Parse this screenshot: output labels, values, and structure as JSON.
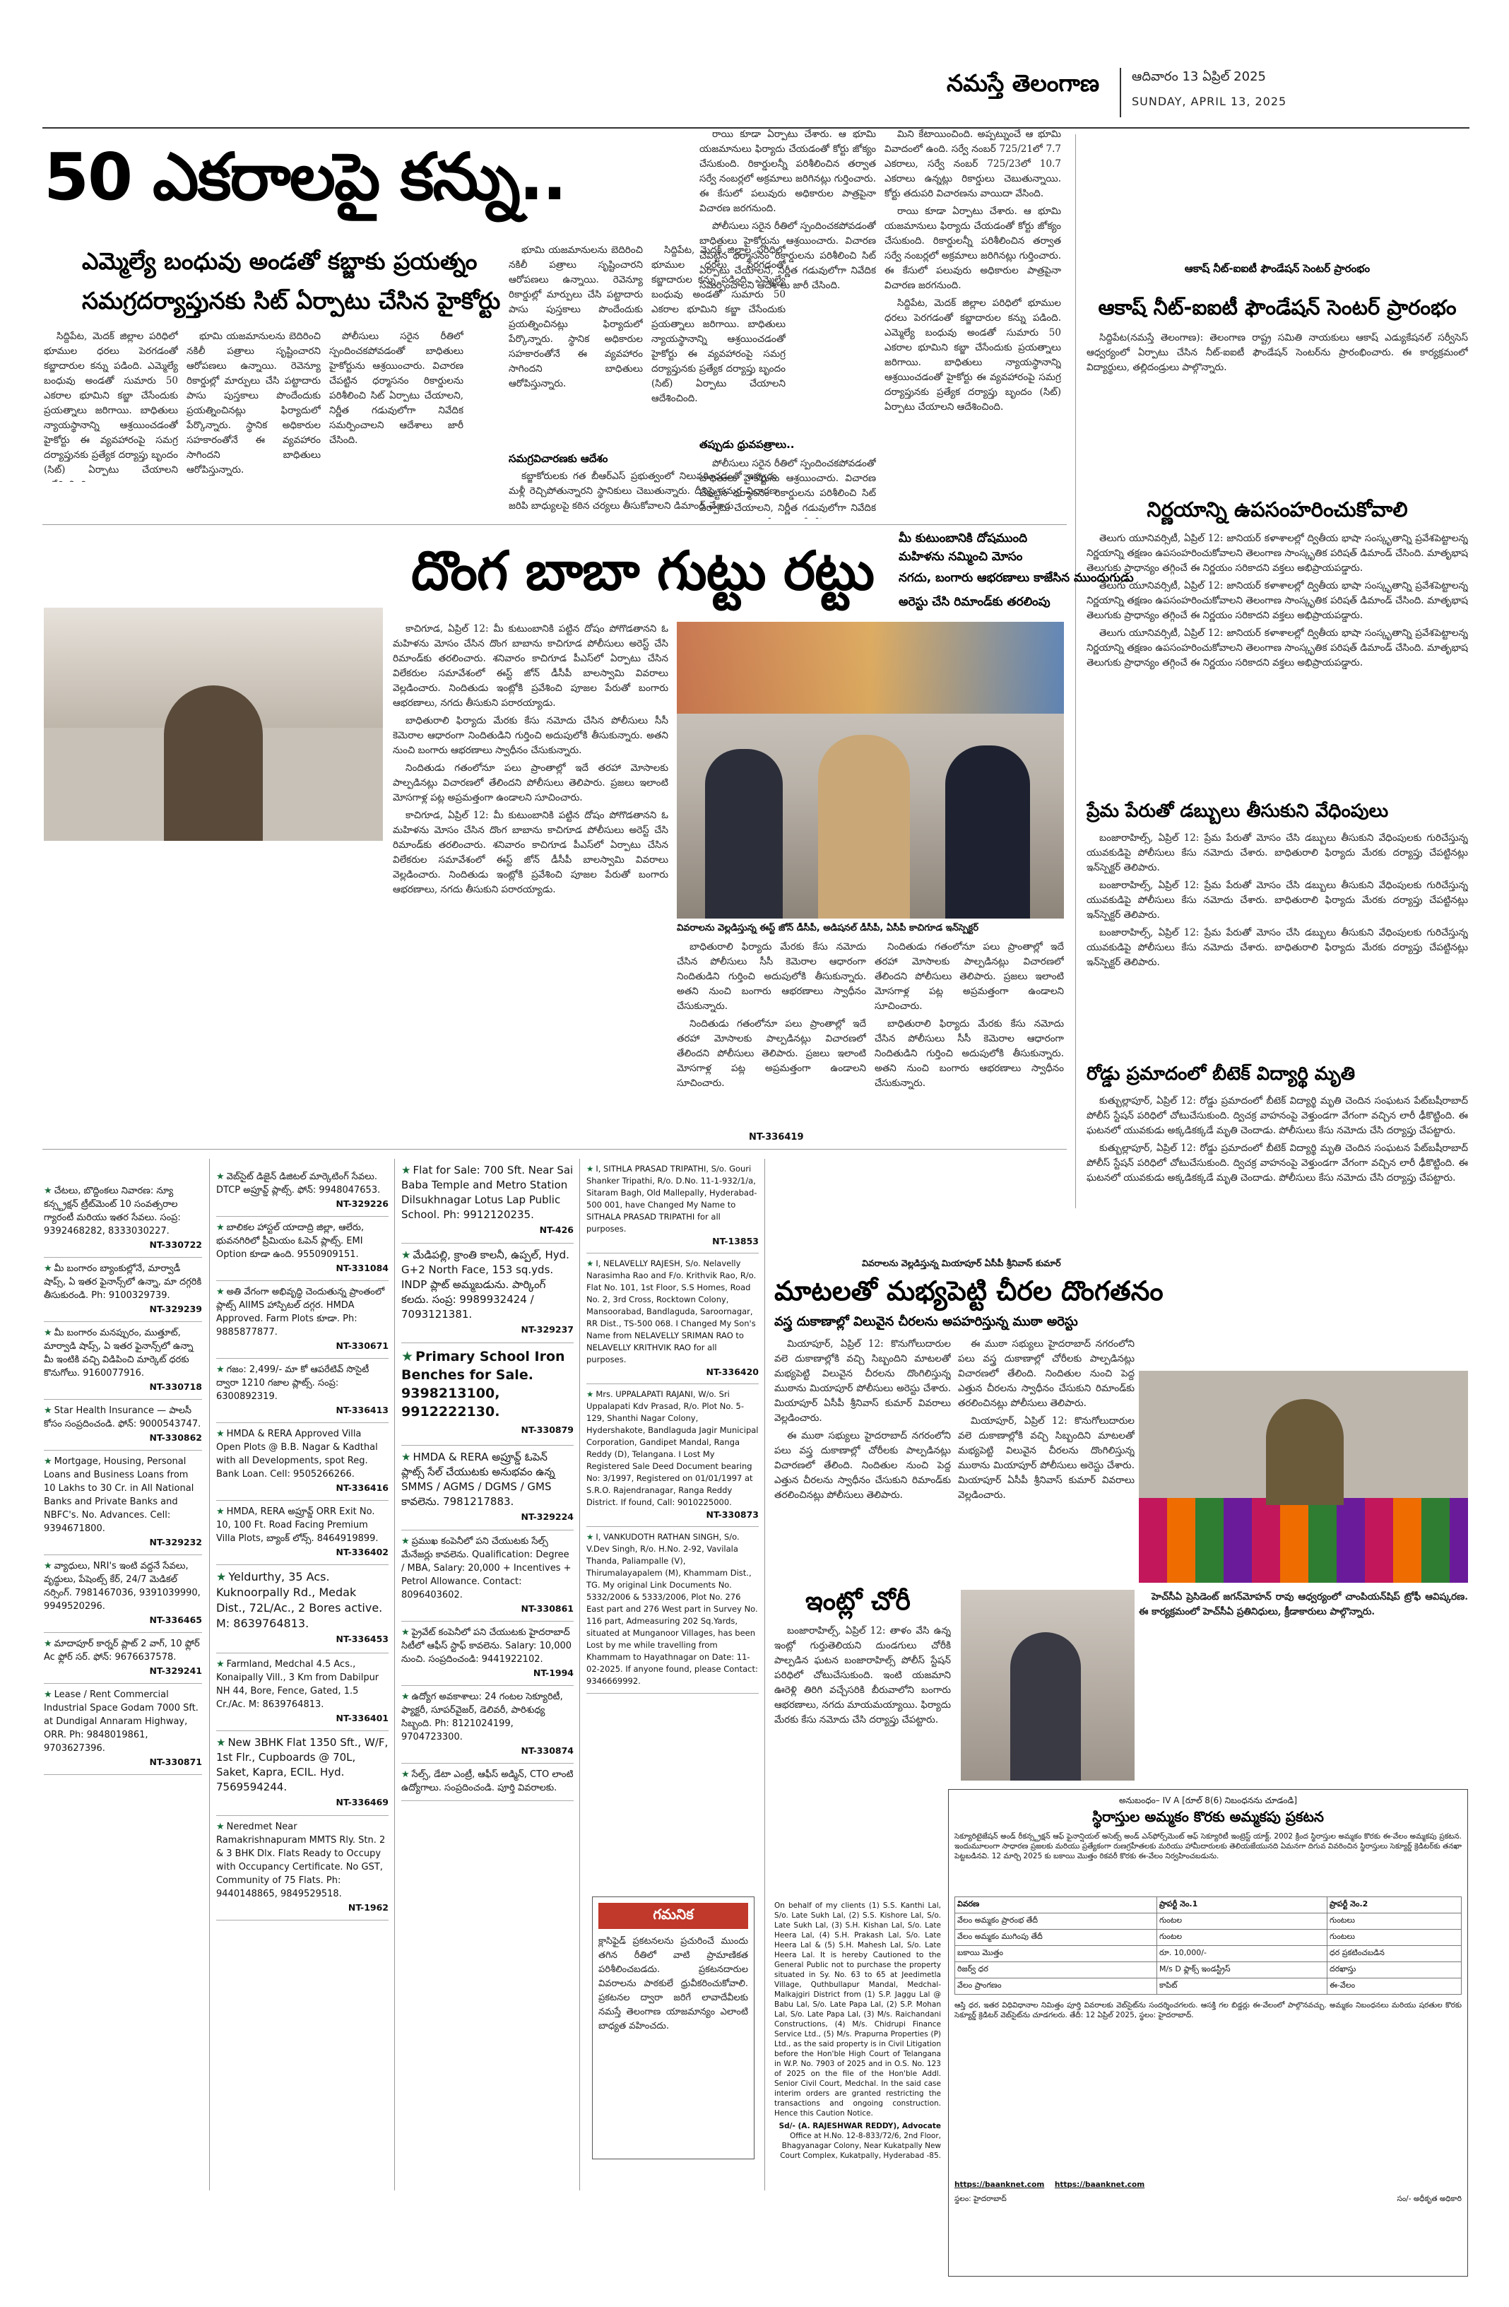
{
  "masthead": {
    "paper_name": "నమస్తే తెలంగాణ",
    "date_te": "ఆదివారం 13 ఏప్రిల్ 2025",
    "date_en": "SUNDAY, APRIL 13, 2025"
  },
  "lead_story": {
    "headline": "50 ఎకరాలపై కన్ను..",
    "subhead_1": "ఎమ్మెల్యే బంధువు అండతో కబ్జాకు ప్రయత్నం",
    "subhead_2": "సమగ్రదర్యాప్తునకు సిట్ ఏర్పాటు చేసిన హైకోర్టు",
    "col1": "సిద్దిపేట, మెదక్ జిల్లాల పరిధిలో భూముల ధరలు పెరగడంతో కబ్జాదారుల కన్ను పడింది. ఎమ్మెల్యే బంధువు అండతో సుమారు 50 ఎకరాల భూమిని కబ్జా చేసేందుకు ప్రయత్నాలు జరిగాయి. బాధితులు న్యాయస్థానాన్ని ఆశ్రయించడంతో హైకోర్టు ఈ వ్యవహారంపై సమగ్ర దర్యాప్తునకు ప్రత్యేక దర్యాప్తు బృందం (సిట్) ఏర్పాటు చేయాలని ఆదేశించింది.",
    "col2": "భూమి యజమానులను బెదిరించి నకిలీ పత్రాలు సృష్టించారని ఆరోపణలు ఉన్నాయి. రెవెన్యూ రికార్డుల్లో మార్పులు చేసి పట్టాదారు పాసు పుస్తకాలు పొందేందుకు ప్రయత్నించినట్లు ఫిర్యాదులో పేర్కొన్నారు. స్థానిక అధికారుల సహకారంతోనే ఈ వ్యవహారం సాగిందని బాధితులు ఆరోపిస్తున్నారు.",
    "col3": "పోలీసులు సరైన రీతిలో స్పందించకపోవడంతో బాధితులు హైకోర్టును ఆశ్రయించారు. విచారణ చేపట్టిన ధర్మాసనం రికార్డులను పరిశీలించి సిట్ ఏర్పాటు చేయాలని, నిర్ణీత గడువులోగా నివేదిక సమర్పించాలని ఆదేశాలు జారీ చేసింది.",
    "side_label": "సమగ్రవిచారణకు ఆదేశం",
    "col4": "కబ్జాకోరులకు గత బీఆర్ఎస్ ప్రభుత్వంలో నిలువరించడంతో ఇప్పుడు మళ్లీ రెచ్చిపోతున్నారని స్థానికులు చెబుతున్నారు. దీనిపై సమగ్ర విచారణ జరిపి బాధ్యులపై కఠిన చర్యలు తీసుకోవాలని డిమాండ్ చేశారు.",
    "col5": "రాయి కూడా ఏర్పాటు చేశారు. ఆ భూమి యజమానులు ఫిర్యాదు చేయడంతో కోర్టు జోక్యం చేసుకుంది. రికార్డులన్నీ పరిశీలించిన తర్వాత సర్వే నంబర్లలో అక్రమాలు జరిగినట్లు గుర్తించారు. ఈ కేసులో పలువురు అధికారుల పాత్రపైనా విచారణ జరగనుంది.",
    "col5_label": "తప్పుడు ధ్రువపత్రాలు..",
    "col6": "మిని కేటాయించింది. అప్పట్నుంచే ఆ భూమి వివాదంలో ఉంది. సర్వే నంబర్ 725/21లో 7.7 ఎకరాలు, సర్వే నంబర్ 725/23లో 10.7 ఎకరాలు ఉన్నట్లు రికార్డులు చెబుతున్నాయి. కోర్టు తదుపరి విచారణను వాయిదా వేసింది."
  },
  "right_top": {
    "kicker": "ఆకాష్ నీట్-ఐఐటీ ఫౌండేషన్ సెంటర్ ప్రారంభం",
    "title": "ఆకాష్ నీట్-ఐఐటీ ఫౌండేషన్ సెంటర్ ప్రారంభం",
    "body": "సిద్దిపేట(నమస్తే తెలంగాణ): తెలంగాణ రాష్ట్ర సమితి నాయకులు ఆకాష్ ఎడ్యుకేషనల్ సర్వీసెస్ ఆధ్వర్యంలో ఏర్పాటు చేసిన నీట్-ఐఐటీ ఫౌండేషన్ సెంటర్‌ను ప్రారంభించారు. ఈ కార్యక్రమంలో విద్యార్థులు, తల్లిదండ్రులు పాల్గొన్నారు."
  },
  "right_story_2": {
    "title": "నిర్ణయాన్ని ఉపసంహరించుకోవాలి",
    "body": "తెలుగు యూనివర్సిటీ, ఏప్రిల్ 12: జానియర్ కళాశాలల్లో ద్వితీయ భాషా సంస్కృతాన్ని ప్రవేశపెట్టాలన్న నిర్ణయాన్ని తక్షణం ఉపసంహరించుకోవాలని తెలంగాణ సాంస్కృతిక పరిషత్ డిమాండ్ చేసింది. మాతృభాష తెలుగుకు ప్రాధాన్యం తగ్గించే ఈ నిర్ణయం సరికాదని వక్తలు అభిప్రాయపడ్డారు."
  },
  "right_story_3": {
    "title": "ప్రేమ పేరుతో డబ్బులు తీసుకుని వేధింపులు",
    "body": "బంజారాహిల్స్, ఏప్రిల్ 12: ప్రేమ పేరుతో మోసం చేసి డబ్బులు తీసుకుని వేధింపులకు గురిచేస్తున్న యువకుడిపై పోలీసులు కేసు నమోదు చేశారు. బాధితురాలి ఫిర్యాదు మేరకు దర్యాప్తు చేపట్టినట్లు ఇన్‌స్పెక్టర్ తెలిపారు."
  },
  "right_story_4": {
    "title": "రోడ్డు ప్రమాదంలో బీటెక్ విద్యార్థి మృతి",
    "body": "కుత్బుల్లాపూర్, ఏప్రిల్ 12: రోడ్డు ప్రమాదంలో బీటెక్ విద్యార్థి మృతి చెందిన సంఘటన పేట్‌బషీరాబాద్ పోలీస్ స్టేషన్ పరిధిలో చోటుచేసుకుంది. ద్విచక్ర వాహనంపై వెళ్తుండగా వేగంగా వచ్చిన లారీ ఢీకొట్టింది. ఈ ఘటనలో యువకుడు అక్కడికక్కడే మృతి చెందాడు. పోలీసులు కేసు నమోదు చేసి దర్యాప్తు చేపట్టారు."
  },
  "baba_story": {
    "headline": "దొంగ బాబా గుట్టు రట్టు",
    "kicker_1": "మీ కుటుంబానికి దోషముంది",
    "kicker_2": "మహిళను నమ్మించి మోసం",
    "kicker_3": "నగదు, బంగారు ఆభరణాలు కాజేసిన ముందుగుడు",
    "kicker_4": "అరెస్టు చేసి రిమాండ్‌కు తరలింపు",
    "body_1": "కాచిగూడ, ఏప్రిల్ 12: మీ కుటుంబానికి పట్టిన దోషం పోగొడతానని ఓ మహిళను మోసం చేసిన దొంగ బాబాను కాచిగూడ పోలీసులు అరెస్ట్ చేసి రిమాండ్‌కు తరలించారు. శనివారం కాచిగూడ పీఎస్‌లో ఏర్పాటు చేసిన విలేకరుల సమావేశంలో ఈస్ట్ జోన్ డీసీపీ బాలస్వామి వివరాలు వెల్లడించారు. నిందితుడు ఇంట్లోకి ప్రవేశించి పూజల పేరుతో బంగారు ఆభరణాలు, నగదు తీసుకుని పరారయ్యాడు.",
    "body_2": "బాధితురాలి ఫిర్యాదు మేరకు కేసు నమోదు చేసిన పోలీసులు సీసీ కెమెరాల ఆధారంగా నిందితుడిని గుర్తించి అదుపులోకి తీసుకున్నారు. అతని నుంచి బంగారు ఆభరణాలు స్వాధీనం చేసుకున్నారు.",
    "body_3": "నిందితుడు గతంలోనూ పలు ప్రాంతాల్లో ఇదే తరహా మోసాలకు పాల్పడినట్లు విచారణలో తేలిందని పోలీసులు తెలిపారు. ప్రజలు ఇలాంటి మోసగాళ్ల పట్ల అప్రమత్తంగా ఉండాలని సూచించారు.",
    "photo_caption": "వివరాలను వెల్లడిస్తున్న ఈస్ట్ జోన్ డీసీపీ, అడిషనల్ డీసీపీ, ఏసీపీ కాచిగూడ ఇన్‌స్పెక్టర్",
    "nt_ref": "NT-336419"
  },
  "classifieds": {
    "col1": [
      {
        "text": "చేటలు, బొద్దింకలు నివారణ: న్యూ కన్స్ట్రక్షన్ ట్రీట్‌మెంట్ 10 సంవత్సరాల గ్యారంటీ మరియు ఇతర సేవలు. సంప్ర: 9392468282, 8333030227.",
        "nt": "NT-330722"
      },
      {
        "text": "మీ బంగారం బ్యాంకుల్లోనే, మార్వాడీ షాప్స్, ఏ ఇతర ఫైనాన్స్‌లో ఉన్నా, మా దగ్గరికి తీసుకురండి. Ph: 9100329739.",
        "nt": "NT-329239"
      },
      {
        "text": "మీ బంగారం మనప్పురం, ముత్తూట్, మార్వాడి షాప్స్, ఏ ఇతర ఫైనాన్స్‌లో ఉన్నా మీ ఇంటికి వచ్చి విడిపించి మార్కెట్ ధరకు కొనుగోలు. 9160077916.",
        "nt": "NT-330718"
      },
      {
        "text": "Star Health Insurance — పాలసీ కోసం సంప్రదించండి. ఫోన్: 9000543747.",
        "nt": "NT-330862"
      },
      {
        "text": "Mortgage, Housing, Personal Loans and Business Loans from 10 Lakhs to 30 Cr. in All National Banks and Private Banks and NBFC's. No. Advances. Cell: 9394671800.",
        "nt": "NT-329232"
      },
      {
        "text": "వ్యాధులు, NRI's ఇంటి వద్దనే సేవలు, వృద్ధులు, పేషెంట్స్ కేర్, 24/7 మెడికల్ నర్సింగ్. 7981467036, 9391039990, 9949520296.",
        "nt": "NT-336465"
      },
      {
        "text": "మాదాపూర్ కార్నర్ ప్లాట్ 2 వాగ్, 10 ఫ్లోర్ Ac ఫ్లోర్ సర్. ఫోన్: 9676637578.",
        "nt": "NT-329241"
      },
      {
        "text": "Lease / Rent Commercial Industrial Space Godam 7000 Sft. at Dundigal Annaram Highway, ORR. Ph: 9848019861, 9703627396.",
        "nt": "NT-330871"
      }
    ],
    "col2": [
      {
        "text": "వెబ్‌సైట్ డిజైన్ డిజిటల్ మార్కెటింగ్ సేవలు. DTCP అప్రూవ్డ్ ప్లాట్స్. ఫోన్: 9948047653.",
        "nt": "NT-329226"
      },
      {
        "text": "బాలికల హాస్టల్ యాదాద్రి జిల్లా, ఆలేరు, భువనగిరిలో ప్రీమియం ఓపెన్ ప్లాట్స్. EMI Option కూడా ఉంది. 9550909151.",
        "nt": "NT-331084"
      },
      {
        "text": "అతి వేగంగా అభివృద్ధి చెందుతున్న ప్రాంతంలో ప్లాట్స్ AIIMS హాస్పిటల్ దగ్గర. HMDA Approved. Farm Plots కూడా. Ph: 9885877877.",
        "nt": "NT-330671"
      },
      {
        "text": "గజం: 2,499/- మా కో ఆపరేటివ్ సొసైటీ ద్వారా 1210 గజాల ప్లాట్స్. సంప్ర: 6300892319.",
        "nt": "NT-336413"
      },
      {
        "text": "HMDA & RERA Approved Villa Open Plots @ B.B. Nagar & Kadthal with all Developments, spot Reg. Bank Loan. Cell: 9505266266.",
        "nt": "NT-336416"
      },
      {
        "text": "HMDA, RERA అప్రూవ్డ్ ORR Exit No. 10, 100 Ft. Road Facing Premium Villa Plots, బ్యాంక్ లోన్స్. 8464919899.",
        "nt": "NT-336402"
      },
      {
        "text": "Yeldurthy, 35 Acs. Kuknoorpally Rd., Medak Dist., 72L/Ac., 2 Bores active. M: 8639764813.",
        "nt": "NT-336453"
      },
      {
        "text": "Farmland, Medchal 4.5 Acs., Konaipally Vill., 3 Km from Dabilpur NH 44, Bore, Fence, Gated, 1.5 Cr./Ac. M: 8639764813.",
        "nt": "NT-336401"
      },
      {
        "text": "New 3BHK Flat 1350 Sft., W/F, 1st Flr., Cupboards @ 70L, Saket, Kapra, ECIL. Hyd. 7569594244.",
        "nt": "NT-336469"
      },
      {
        "text": "Neredmet Near Ramakrishnapuram MMTS Rly. Stn. 2 & 3 BHK Dlx. Flats Ready to Occupy with Occupancy Certificate. No GST, Community of 75 Flats. Ph: 9440148865, 9849529518.",
        "nt": "NT-1962"
      }
    ],
    "col3": [
      {
        "text": "Flat for Sale: 700 Sft. Near Sai Baba Temple and Metro Station Dilsukhnagar Lotus Lap Public School. Ph: 9912120235.",
        "nt": "NT-426"
      },
      {
        "text": "మేడిపల్లి, క్రాంతి కాలనీ, ఉప్పల్, Hyd. G+2 North Face, 153 sq.yds. INDP ప్లాట్ అమ్మబడును. పార్కింగ్ కలదు. సంప్ర: 9989932424 / 7093121381.",
        "nt": "NT-329237"
      },
      {
        "text": "Primary School Iron Benches for Sale. 9398213100, 9912222130.",
        "nt": "NT-330879"
      },
      {
        "text": "HMDA & RERA అప్రూవ్డ్ ఓపెన్ ప్లాట్స్ సేల్ చేయుటకు అనుభవం ఉన్న SMMS / AGMS / DGMS / GMS కావలెను. 7981217883.",
        "nt": "NT-329224"
      },
      {
        "text": "ప్రముఖ కంపెనీలో పని చేయుటకు సేల్స్ మేనేజర్లు కావలెను. Qualification: Degree / MBA, Salary: 20,000 + Incentives + Petrol Allowance. Contact: 8096403602.",
        "nt": "NT-330861"
      },
      {
        "text": "ప్రైవేట్ కంపెనీలో పని చేయుటకు హైదరాబాద్ సిటీలో ఆఫీస్ స్టాఫ్ కావలెను. Salary: 10,000 నుంచి. సంప్రదించండి: 9441922102.",
        "nt": "NT-1994"
      },
      {
        "text": "ఉద్యోగ అవకాశాలు: 24 గంటల సెక్యూరిటీ, ఫ్యాక్టరీ, సూపర్‌వైజర్, డెలివరీ, పారిశుధ్య సిబ్బంది. Ph: 8121024199, 9704723300.",
        "nt": "NT-330874"
      },
      {
        "text": "సేల్స్, డేటా ఎంట్రీ, ఆఫీస్ అడ్మిన్, CTO లాంటి ఉద్యోగాలు. సంప్రదించండి. పూర్తి వివరాలకు.",
        "nt": ""
      }
    ],
    "col4": [
      {
        "text": "I, SITHLA PRASAD TRIPATHI, S/o. Gouri Shanker Tripathi, R/o. D.No. 11-1-932/1/a, Sitaram Bagh, Old Mallepally, Hyderabad-500 001, have Changed My Name to SITHALA PRASAD TRIPATHI for all purposes.",
        "nt": "NT-13853"
      },
      {
        "text": "I, NELAVELLY RAJESH, S/o. Nelavelly Narasimha Rao and F/o. Krithvik Rao, R/o. Flat No. 101, 1st Floor, S.S Homes, Road No. 2, 3rd Cross, Rocktown Colony, Mansoorabad, Bandlaguda, Saroornagar, RR Dist., TS-500 068. I Changed My Son's Name from NELAVELLY SRIMAN RAO to NELAVELLY KRITHVIK RAO for all purposes.",
        "nt": "NT-336420"
      },
      {
        "text": "Mrs. UPPALAPATI RAJANI, W/o. Sri Uppalapati Kdv Prasad, R/o. Plot No. 5-129, Shanthi Nagar Colony, Hydershakote, Bandlaguda Jagir Municipal Corporation, Gandipet Mandal, Ranga Reddy (D), Telangana. I Lost My Registered Sale Deed Document bearing No: 3/1997, Registered on 01/01/1997 at S.R.O. Rajendranagar, Ranga Reddy District. If found, Call: 9010225000.",
        "nt": "NT-330873"
      },
      {
        "text": "I, VANKUDOTH RATHAN SINGH, S/o. V.Dev Singh, R/o. H.No. 2-92, Vavilala Thanda, Paliampalle (V), Thirumalayapalem (M), Khammam Dist., TG. My original Link Documents No. 5332/2006 & 5333/2006, Plot No. 276 East part and 276 West part in Survey No. 116 part, Admeasuring 202 Sq.Yards, situated at Munganoor Villages, has been Lost by me while travelling from Khammam to Hayathnagar on Date: 11-02-2025. If anyone found, please Contact: 9346669992.",
        "nt": ""
      }
    ]
  },
  "saree_story": {
    "caption": "వివరాలను వెల్లడిస్తున్న మియాపూర్ ఏసీపీ శ్రీనివాస్ కుమార్",
    "headline": "మాటలతో మభ్యపెట్టి చీరల దొంగతనం",
    "subhead": "వస్త్ర దుకాణాల్లో విలువైన చీరలను అపహరిస్తున్న ముఠా అరెస్టు",
    "body_1": "మియాపూర్, ఏప్రిల్ 12: కొనుగోలుదారుల వలె దుకాణాల్లోకి వచ్చి సిబ్బందిని మాటలతో మభ్యపెట్టి విలువైన చీరలను దొంగిలిస్తున్న ముఠాను మియాపూర్ పోలీసులు అరెస్టు చేశారు. మియాపూర్ ఏసీపీ శ్రీనివాస్ కుమార్ వివరాలు వెల్లడించారు.",
    "body_2": "ఈ ముఠా సభ్యులు హైదరాబాద్ నగరంలోని పలు వస్త్ర దుకాణాల్లో చోరీలకు పాల్పడినట్లు విచారణలో తేలింది. నిందితుల నుంచి పెద్ద ఎత్తున చీరలను స్వాధీనం చేసుకుని రిమాండ్‌కు తరలించినట్లు పోలీసులు తెలిపారు."
  },
  "theft_story": {
    "headline": "ఇంట్లో చోరీ",
    "body": "బంజారాహిల్స్, ఏప్రిల్ 12: తాళం వేసి ఉన్న ఇంట్లో గుర్తుతెలియని దుండగులు చోరీకి పాల్పడిన ఘటన బంజారాహిల్స్ పోలీస్ స్టేషన్ పరిధిలో చోటుచేసుకుంది. ఇంటి యజమాని ఊరెళ్లి తిరిగి వచ్చేసరికి బీరువాలోని బంగారు ఆభరణాలు, నగదు మాయమయ్యాయి. ఫిర్యాదు మేరకు కేసు నమోదు చేసి దర్యాప్తు చేపట్టారు."
  },
  "hyd_brief": {
    "text": "హెచ్‌సీఏ ప్రెసిడెంట్ జగన్‌మోహన్ రావు ఆధ్వర్యంలో చాంపియన్‌షిప్ ట్రోఫీ ఆవిష్కరణ. ఈ కార్యక్రమంలో హెచ్‌సీఏ ప్రతినిధులు, క్రీడాకారులు పాల్గొన్నారు."
  },
  "notice": {
    "title": "గమనిక",
    "body": "క్లాసిఫైడ్ ప్రకటనలను ప్రచురించే ముందు తగిన రీతిలో వాటి ప్రామాణికత పరిశీలించబడదు. ప్రకటనదారుల వివరాలను పాఠకులే ధ్రువీకరించుకోవాలి. ప్రకటనల ద్వారా జరిగే లావాదేవీలకు నమస్తే తెలంగాణ యాజమాన్యం ఎలాంటి బాధ్యత వహించదు."
  },
  "legal_notice": {
    "text": "On behalf of my clients (1) S.S. Kanthi Lal, S/o. Late Sukh Lal, (2) S.S. Kishore Lal, S/o. Late Sukh Lal, (3) S.H. Kishan Lal, S/o. Late Heera Lal, (4) S.H. Prakash Lal, S/o. Late Heera Lal & (5) S.H. Mahesh Lal, S/o. Late Heera Lal. It is hereby Cautioned to the General Public not to purchase the property situated in Sy. No. 63 to 65 at Jeedimetla Village, Quthbullapur Mandal, Medchal-Malkajgiri District from (1) S.P. Jaggu Lal @ Babu Lal, S/o. Late Papa Lal, (2) S.P. Mohan Lal, S/o. Late Papa Lal, (3) M/s. Raichandani Constructions, (4) M/s. Chidrupi Finance Service Ltd., (5) M/s. Prapurna Properties (P) Ltd., as the said property is in Civil Litigation before the Hon'ble High Court of Telangana in W.P. No. 7903 of 2025 and in O.S. No. 123 of 2025 on the file of the Hon'ble Addl. Senior Civil Court, Medchal. In the said case interim orders are granted restricting the transactions and ongoing construction. Hence this Caution Notice.",
    "signature": "Sd/- (A. RAJESHWAR REDDY), Advocate",
    "address": "Office at H.No. 12-8-833/72/6, 2nd Floor, Bhagyanagar Colony, Near Kukatpally New Court Complex, Kukatpally, Hyderabad -85."
  },
  "sale_notice": {
    "heading_1": "అనుబంధం– IV A [రూల్ 8(6) నిబంధనను చూడండి]",
    "heading_2": "స్థిరాస్తుల అమ్మకం కొరకు అమ్మకపు ప్రకటన",
    "intro": "సెక్యూరిటైజేషన్ అండ్ రీకన్స్ట్రక్షన్ ఆఫ్ ఫైనాన్షియల్ అసెట్స్ అండ్ ఎన్‌ఫోర్స్‌మెంట్ ఆఫ్ సెక్యూరిటీ ఇంట్రెస్ట్ యాక్ట్, 2002 క్రింద స్థిరాస్తుల అమ్మకం కొరకు ఈ-వేలం అమ్మకపు ప్రకటన. ఇందుమూలంగా సాధారణ ప్రజలకు మరియు ప్రత్యేకంగా రుణగ్రహీతలకు మరియు హామీదారులకు తెలియజేయునది ఏమనగా దిగువ వివరించిన స్థిరాస్తులు సెక్యూర్డ్ క్రెడిటర్‌కు తనఖా పెట్టబడినవి. 12 మార్చి 2025 కు బకాయి మొత్తం రికవరీ కొరకు ఈ-వేలం నిర్వహించబడును.",
    "table_head": [
      "వివరణ",
      "ప్రాపర్టీ నెం.1",
      "ప్రాపర్టీ నెం.2"
    ],
    "table_rows": [
      [
        "వేలం అమ్మకం ప్రారంభ తేదీ",
        "గుంటల",
        "గుంటలు"
      ],
      [
        "వేలం అమ్మకం ముగింపు తేదీ",
        "గుంటల",
        "గుంటలు"
      ],
      [
        "బకాయి మొత్తం",
        "రూ. 10,000/-",
        "ధర ప్రకటించబడిన"
      ],
      [
        "రిజర్వ్ ధర",
        "M/s D ఫ్లాక్స్ ఇండస్ట్రీస్",
        "దరఖాస్తు"
      ],
      [
        "వేలం ప్రాంగణం",
        "కాపిట్",
        "ఈ-వేలం"
      ]
    ],
    "body": "ఆస్తి ధర, ఇతర విధివిధానాల నిమిత్తం పూర్తి వివరాలకు వెబ్‌సైట్‌ను సందర్శించగలరు. ఆసక్తి గల బిడ్డర్లు ఈ-వేలంలో పాల్గొనవచ్చు. అమ్మకం నిబంధనలు మరియు షరతుల కొరకు సెక్యూర్డ్ క్రెడిటర్ వెబ్‌సైట్‌ను చూడగలరు. తేదీ: 12 ఏప్రిల్ 2025, స్థలం: హైదరాబాద్.",
    "url_1": "https://baanknet.com",
    "url_2": "https://baanknet.com",
    "place": "స్థలం: హైదరాబాద్",
    "sign": "సం/- అధీకృత అధికారి"
  }
}
